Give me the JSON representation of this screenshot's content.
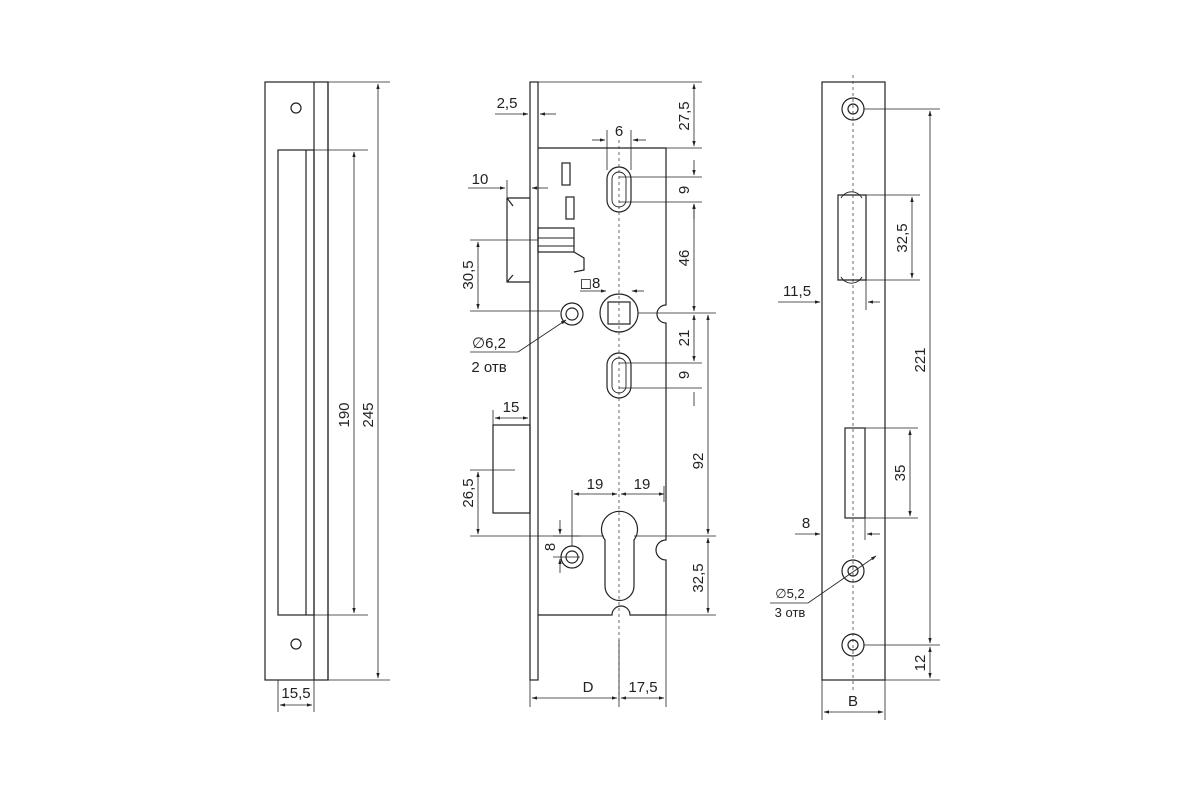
{
  "dimensions": {
    "left_width": "15,5",
    "left_inner_height": "190",
    "left_total_height": "245",
    "body_plate_thickness": "2,5",
    "top_offset": "27,5",
    "slot_width": "6",
    "slot1_height": "9",
    "latch_protrusion": "10",
    "slot_to_spindle": "46",
    "square_size": "◻8",
    "latch_height": "30,5",
    "hole_dia": "∅6,2",
    "hole_count": "2 отв",
    "spindle_to_slot2": "21",
    "slot2_height": "9",
    "bolt_protrusion": "15",
    "bolt_height": "26,5",
    "spindle_to_cylinder": "92",
    "cyl_left": "19",
    "cyl_right": "19",
    "hole_offset": "8",
    "cylinder_to_bottom": "32,5",
    "backset": "D",
    "edge_offset": "17,5",
    "strike_latch_height": "32,5",
    "strike_total": "221",
    "strike_latch_offset": "11,5",
    "strike_bolt_height": "35",
    "strike_bolt_offset": "8",
    "strike_hole_dia": "∅5,2",
    "strike_hole_count": "3 отв",
    "strike_bottom": "12",
    "strike_width": "B"
  }
}
